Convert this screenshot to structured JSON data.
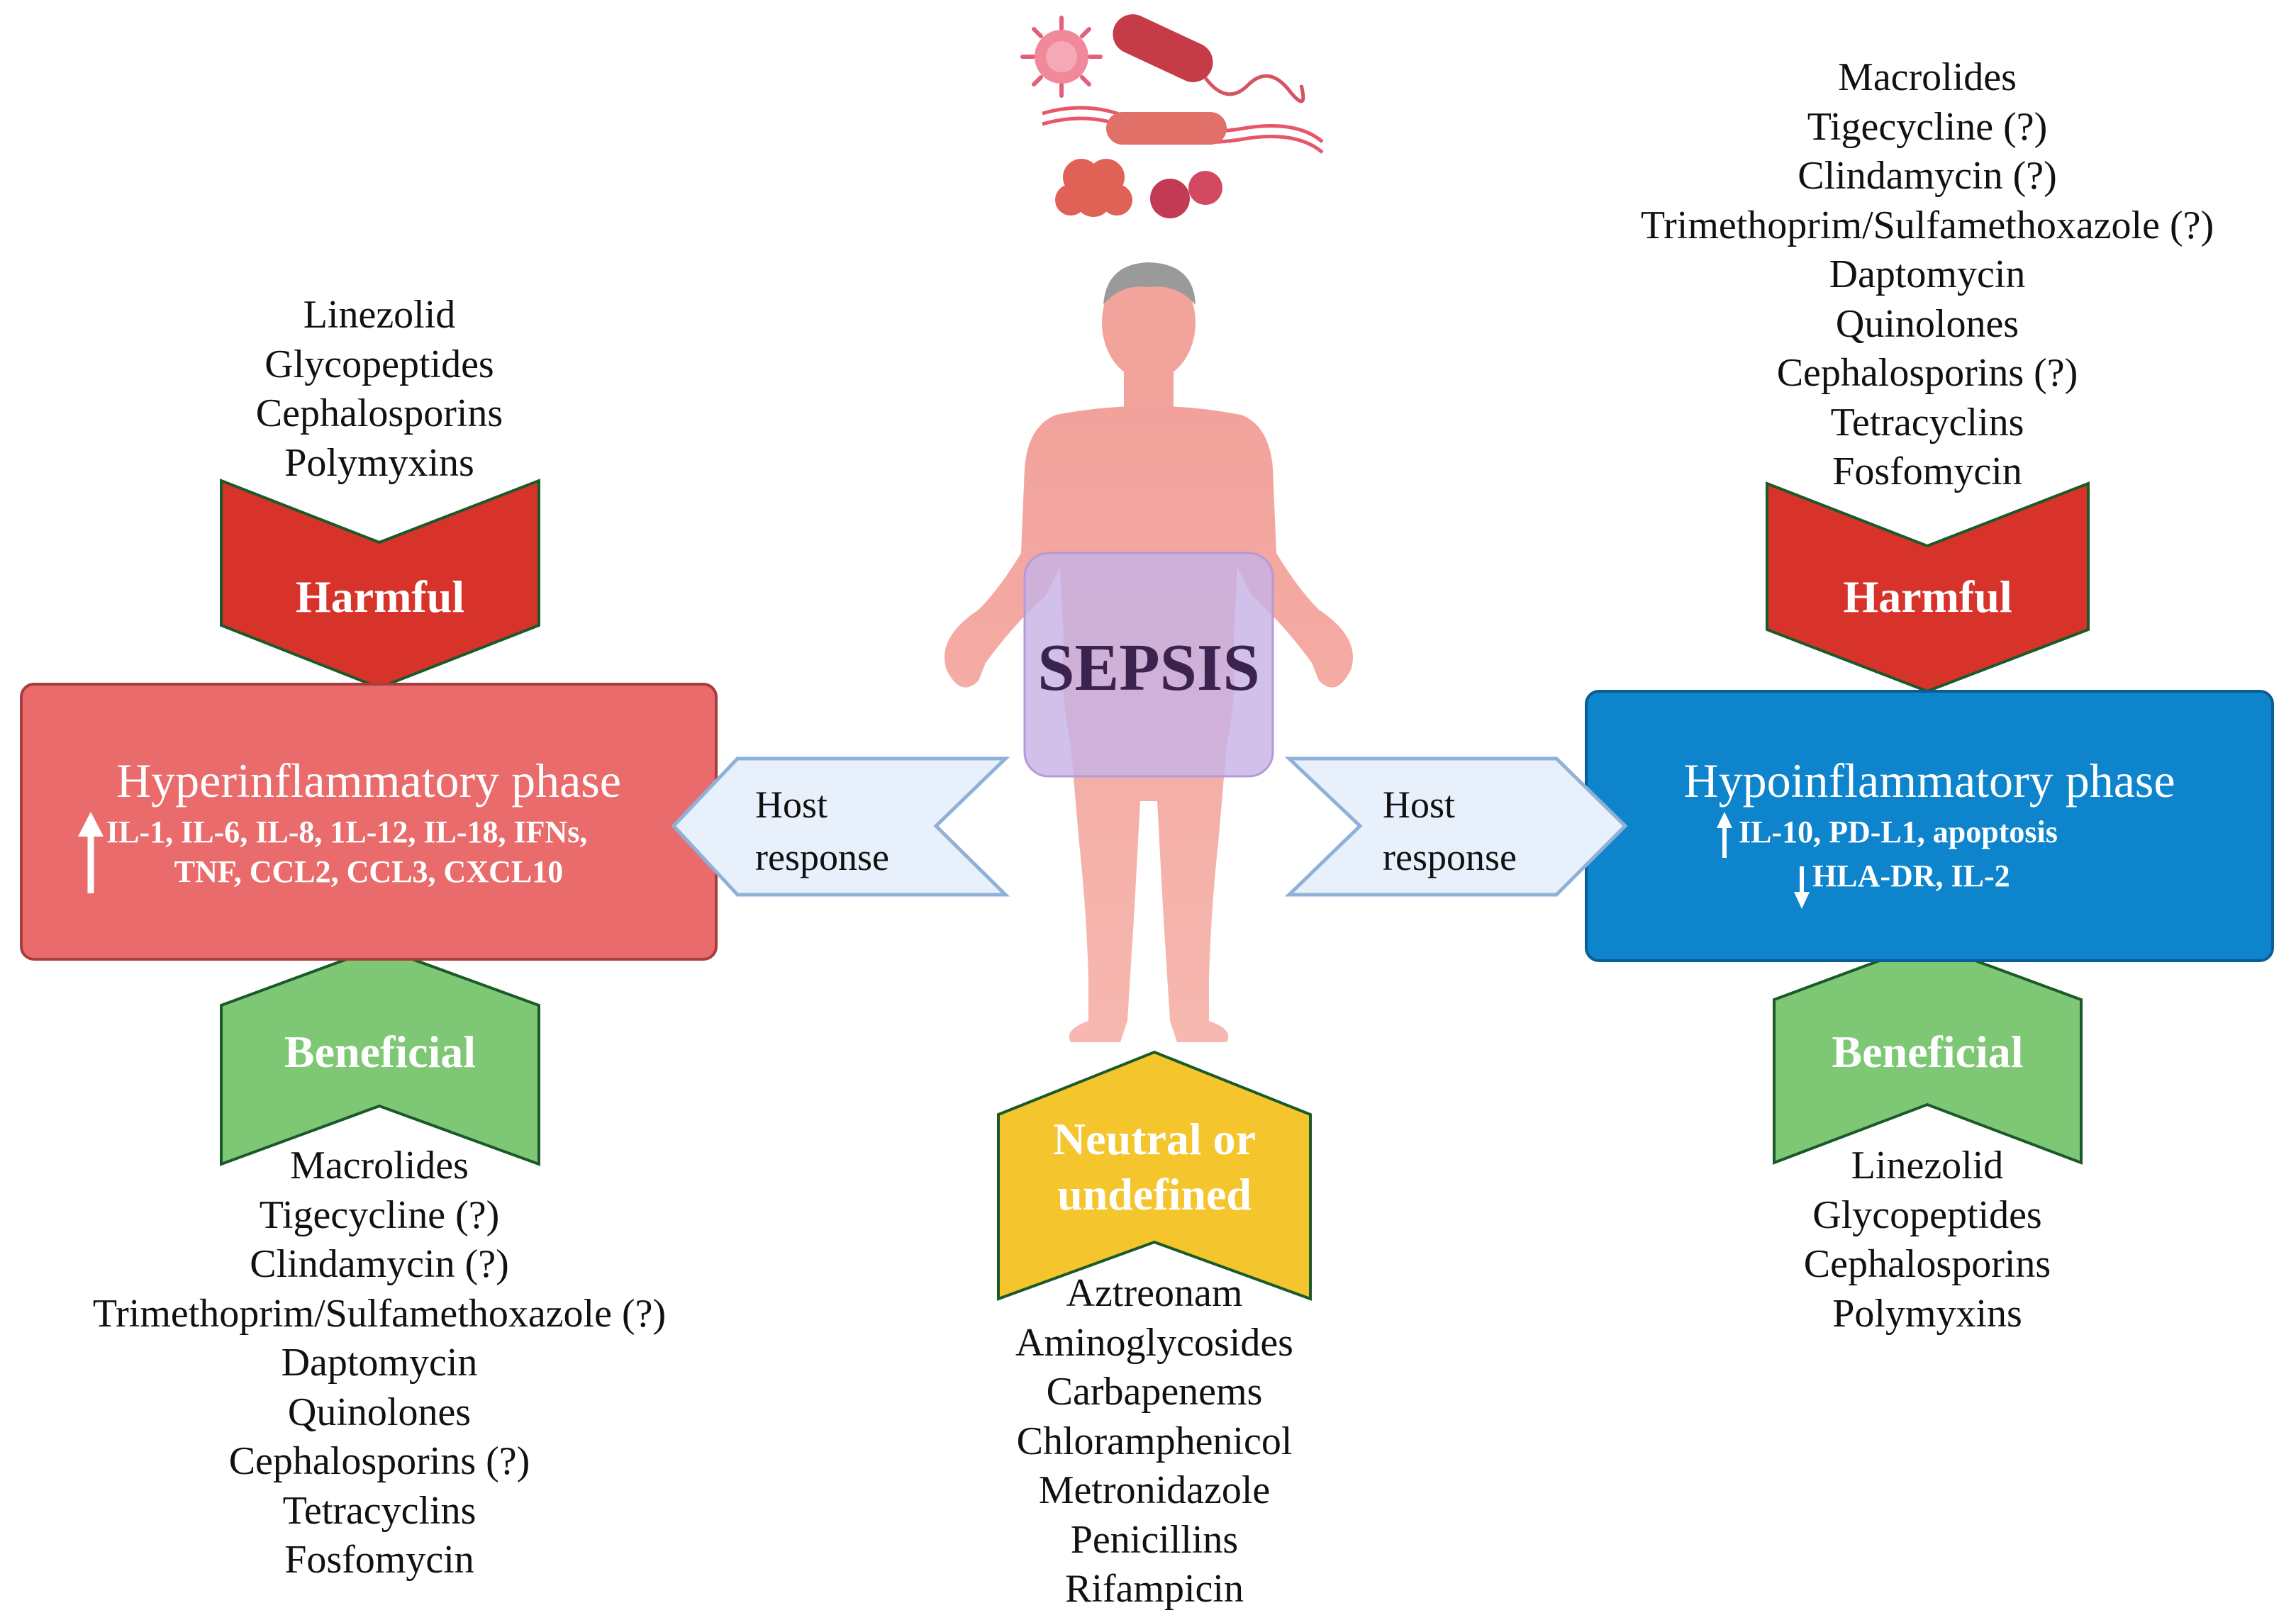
{
  "title": "SEPSIS",
  "left": {
    "harmful_drugs": [
      "Linezolid",
      "Glycopeptides",
      "Cephalosporins",
      "Polymyxins"
    ],
    "harmful_label": "Harmful",
    "phase_title": "Hyperinflammatory phase",
    "markers_line1": "IL-1, IL-6, IL-8, 1L-12, IL-18, IFNs,",
    "markers_line2": "TNF, CCL2, CCL3, CXCL10",
    "beneficial_label": "Beneficial",
    "beneficial_drugs": [
      "Macrolides",
      "Tigecycline (?)",
      "Clindamycin (?)",
      "Trimethoprim/Sulfamethoxazole (?)",
      "Daptomycin",
      "Quinolones",
      "Cephalosporins (?)",
      "Tetracyclins",
      "Fosfomycin"
    ],
    "host_line1": "Host",
    "host_line2": "response"
  },
  "right": {
    "harmful_drugs": [
      "Macrolides",
      "Tigecycline (?)",
      "Clindamycin (?)",
      "Trimethoprim/Sulfamethoxazole (?)",
      "Daptomycin",
      "Quinolones",
      "Cephalosporins (?)",
      "Tetracyclins",
      "Fosfomycin"
    ],
    "harmful_label": "Harmful",
    "phase_title": "Hypoinflammatory phase",
    "markers_line1": "IL-10, PD-L1, apoptosis",
    "markers_line2": "HLA-DR, IL-2",
    "beneficial_label": "Beneficial",
    "beneficial_drugs": [
      "Linezolid",
      "Glycopeptides",
      "Cephalosporins",
      "Polymyxins"
    ],
    "host_line1": "Host",
    "host_line2": "response"
  },
  "center": {
    "neutral_line1": "Neutral or",
    "neutral_line2": "undefined",
    "neutral_drugs": [
      "Aztreonam",
      "Aminoglycosides",
      "Carbapenems",
      "Chloramphenicol",
      "Metronidazole",
      "Penicillins",
      "Rifampicin"
    ]
  },
  "colors": {
    "harmful": "#d7332a",
    "beneficial": "#7ec774",
    "neutral": "#f4c52c",
    "hyper_box": "#ea6b6b",
    "hypo_box": "#0d84cc",
    "host_arrow": "#e8f1fb",
    "host_arrow_border": "#8fb1d8",
    "sepsis_text": "#3b2350"
  },
  "icons": [
    "pathogens-icon",
    "human-body-icon",
    "up-arrow-icon",
    "down-arrow-icon"
  ]
}
